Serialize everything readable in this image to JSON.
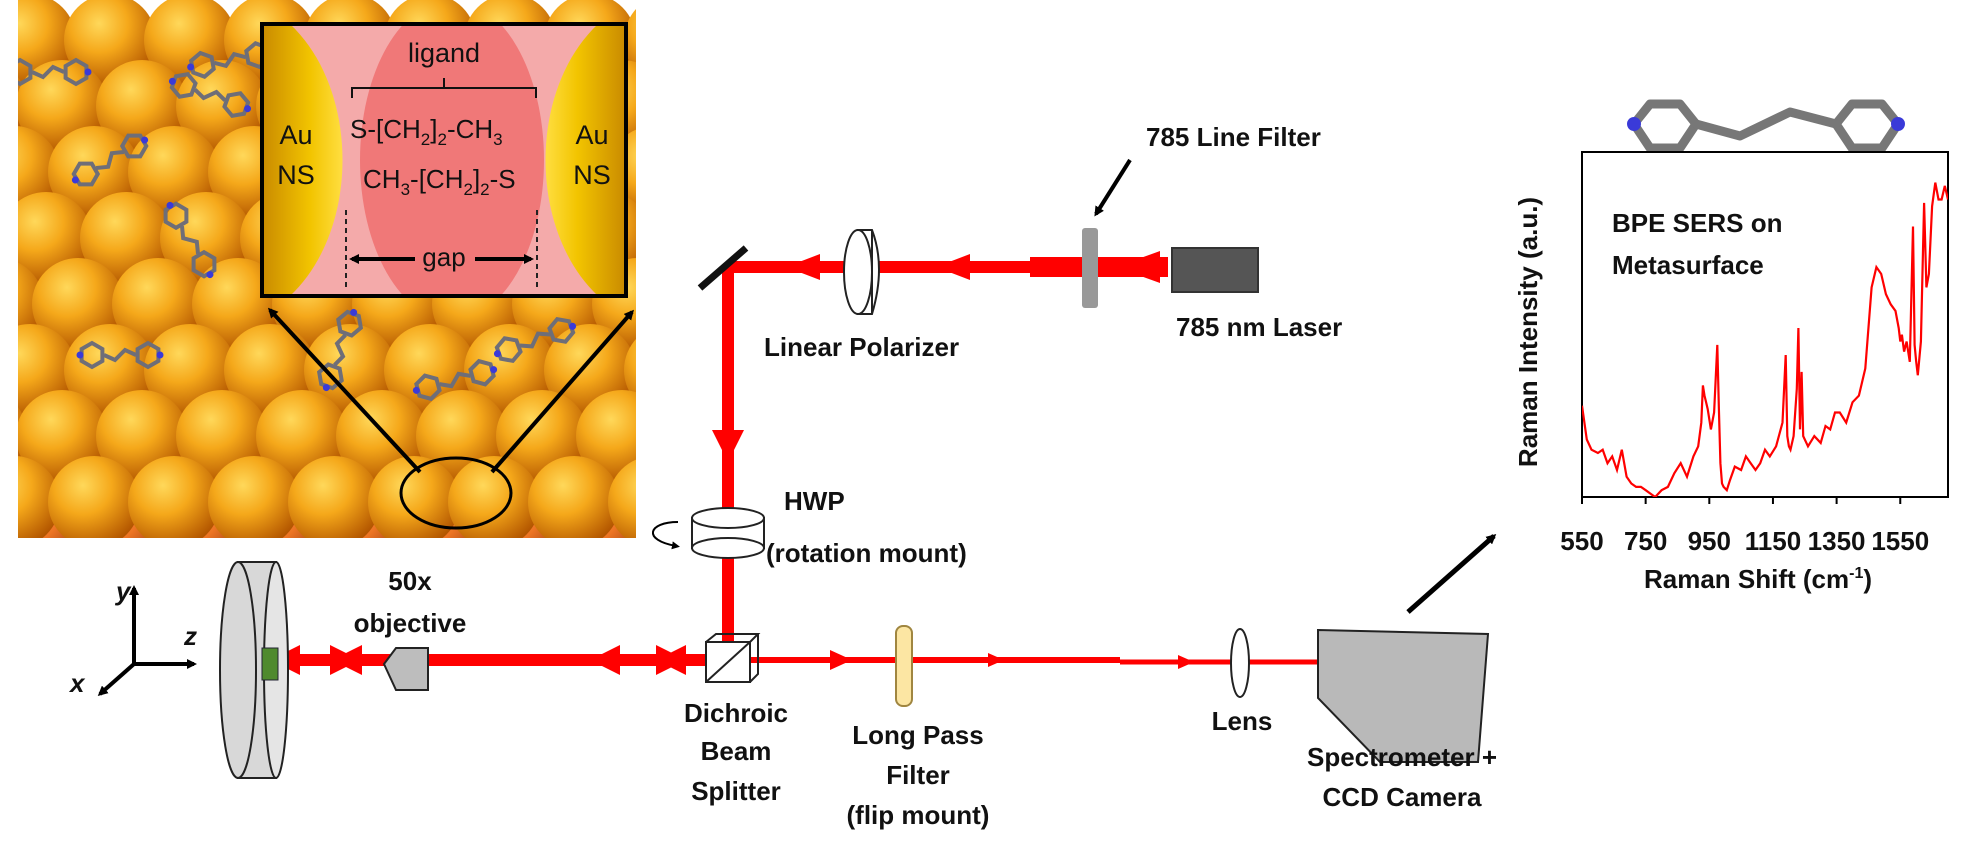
{
  "inset": {
    "ligand_label": "ligand",
    "formula_top": {
      "a": "S-[CH",
      "sub": "2",
      "b": "]",
      "sub2": "2",
      "c": "-CH",
      "sub3": "3"
    },
    "formula_bottom": {
      "a": "CH",
      "sub": "3",
      "b": "-[CH",
      "sub2": "2",
      "c": "]",
      "sub3": "2",
      "d": "-S"
    },
    "gap_label": "gap",
    "left_np": {
      "line1": "Au",
      "line2": "NS"
    },
    "right_np": {
      "line1": "Au",
      "line2": "NS"
    }
  },
  "labels": {
    "line_filter": "785 Line Filter",
    "laser": "785 nm Laser",
    "linear_polarizer": "Linear Polarizer",
    "hwp_line1": "HWP",
    "hwp_line2": "(rotation mount)",
    "objective_line1": "50x",
    "objective_line2": "objective",
    "dichroic_line1": "Dichroic",
    "dichroic_line2": "Beam",
    "dichroic_line3": "Splitter",
    "longpass_line1": "Long Pass",
    "longpass_line2": "Filter",
    "longpass_line3": "(flip mount)",
    "lens": "Lens",
    "spectrometer_line1": "Spectrometer +",
    "spectrometer_line2": "CCD Camera"
  },
  "axes": {
    "y": "y",
    "z": "z",
    "x": "x"
  },
  "colors": {
    "beam": "#ff0000",
    "gold": "#e8a000",
    "laser_body": "#555555",
    "spectrum": "#ff0000"
  },
  "chart_data": {
    "type": "line",
    "title": "BPE SERS on Metasurface",
    "title_line1": "BPE SERS on",
    "title_line2": "Metasurface",
    "xlabel": "Raman Shift (cm-1)",
    "xlabel_main": "Raman Shift (cm",
    "xlabel_sup": "-1",
    "xlabel_end": ")",
    "ylabel": "Raman Intensity (a.u.)",
    "xlim": [
      550,
      1700
    ],
    "ylim": [
      0,
      1
    ],
    "xticks": [
      "550",
      "750",
      "950",
      "1150",
      "1350",
      "1550"
    ],
    "series": [
      {
        "x": [
          550,
          565,
          580,
          600,
          615,
          630,
          645,
          660,
          675,
          690,
          705,
          720,
          735,
          750,
          765,
          780,
          800,
          820,
          840,
          860,
          880,
          900,
          915,
          925,
          930,
          935,
          940,
          945,
          955,
          965,
          975,
          980,
          985,
          990,
          995,
          1005,
          1015,
          1030,
          1050,
          1065,
          1080,
          1095,
          1110,
          1125,
          1140,
          1160,
          1180,
          1190,
          1195,
          1200,
          1205,
          1215,
          1225,
          1230,
          1235,
          1240,
          1245,
          1260,
          1280,
          1300,
          1315,
          1330,
          1345,
          1360,
          1380,
          1400,
          1420,
          1440,
          1460,
          1475,
          1490,
          1505,
          1520,
          1535,
          1545,
          1550,
          1555,
          1562,
          1570,
          1580,
          1590,
          1595,
          1600,
          1605,
          1615,
          1625,
          1632,
          1640,
          1650,
          1660,
          1670,
          1680,
          1690,
          1700
        ],
        "y": [
          0.27,
          0.17,
          0.14,
          0.13,
          0.14,
          0.1,
          0.12,
          0.08,
          0.14,
          0.06,
          0.04,
          0.03,
          0.03,
          0.02,
          0.01,
          0.0,
          0.02,
          0.03,
          0.07,
          0.1,
          0.06,
          0.12,
          0.15,
          0.22,
          0.33,
          0.3,
          0.28,
          0.26,
          0.2,
          0.25,
          0.45,
          0.26,
          0.1,
          0.04,
          0.03,
          0.02,
          0.05,
          0.09,
          0.08,
          0.12,
          0.1,
          0.08,
          0.1,
          0.14,
          0.12,
          0.15,
          0.22,
          0.42,
          0.18,
          0.15,
          0.14,
          0.18,
          0.32,
          0.5,
          0.2,
          0.37,
          0.18,
          0.15,
          0.18,
          0.16,
          0.21,
          0.2,
          0.25,
          0.25,
          0.22,
          0.28,
          0.3,
          0.38,
          0.62,
          0.68,
          0.66,
          0.6,
          0.57,
          0.55,
          0.5,
          0.46,
          0.48,
          0.43,
          0.46,
          0.4,
          0.8,
          0.45,
          0.4,
          0.36,
          0.46,
          0.87,
          0.62,
          0.66,
          0.86,
          0.93,
          0.88,
          0.88,
          0.92,
          0.88
        ]
      }
    ]
  }
}
